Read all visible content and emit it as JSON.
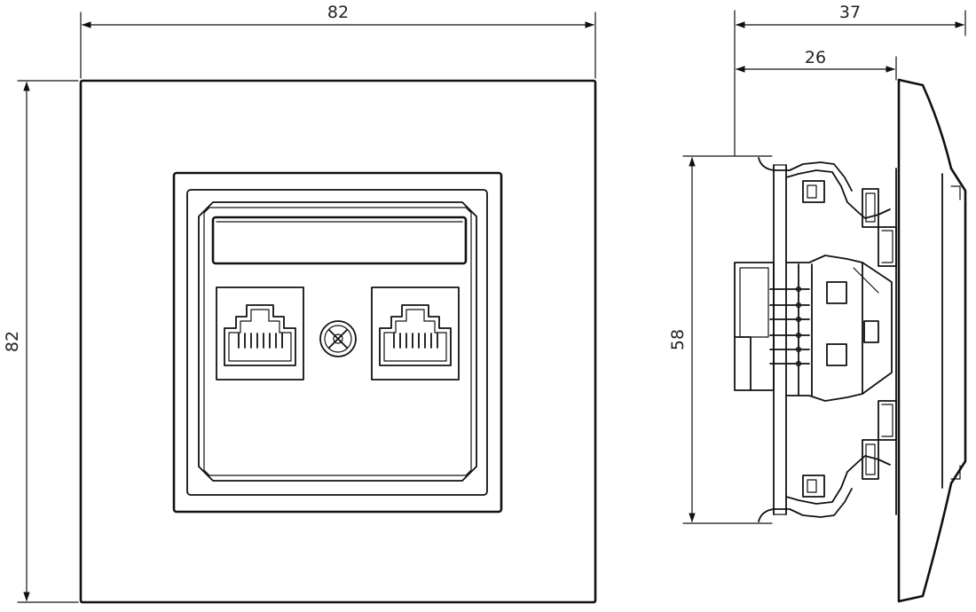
{
  "dimensions": {
    "front_width": "82",
    "front_height": "82",
    "side_depth_total": "37",
    "side_depth_inner": "26",
    "side_height": "58"
  },
  "colors": {
    "line": "#111111",
    "background": "#ffffff"
  },
  "icons": [
    "rj45-port-icon",
    "screw-icon"
  ]
}
